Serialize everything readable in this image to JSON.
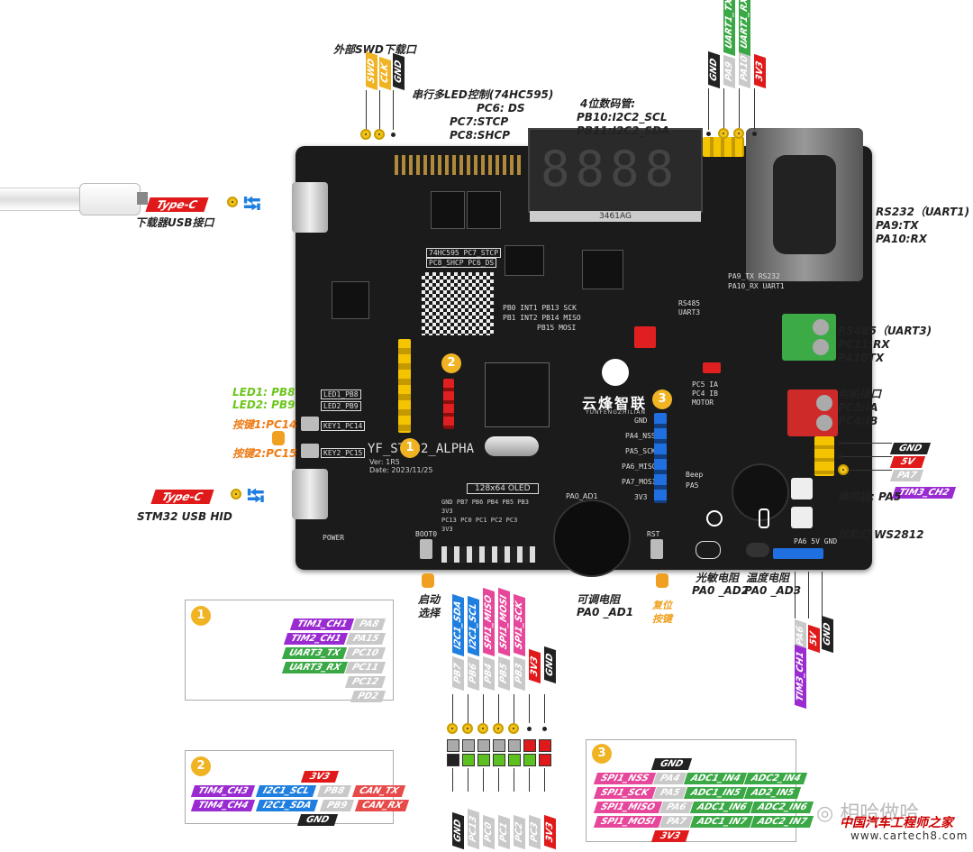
{
  "swd": {
    "title": "外部SWD下载口",
    "pins": [
      {
        "label": "SWD",
        "color": "#f0b323"
      },
      {
        "label": "CLK",
        "color": "#f0b323"
      },
      {
        "label": "GND",
        "color": "#222222"
      }
    ]
  },
  "led595": {
    "lines": [
      "串行多LED控制(74HC595)",
      "PC6: DS",
      "PC7:STCP",
      "PC8:SHCP"
    ]
  },
  "seg": {
    "lines": [
      "4位数码管:",
      "PB10:I2C2_SCL",
      "PB11:I2C2_SDA"
    ]
  },
  "uart_top": {
    "pins": [
      "GND",
      "PA9",
      "PA10",
      "3V3"
    ],
    "tags": [
      "UART1_TX",
      "UART1_RX"
    ]
  },
  "typec1": {
    "tag": "Type-C",
    "label": "下载器USB接口"
  },
  "typec2": {
    "tag": "Type-C",
    "label": "STM32 USB HID"
  },
  "rs232": {
    "lines": [
      "RS232（UART1)",
      "PA9:TX",
      "PA10:RX"
    ]
  },
  "rs485": {
    "lines": [
      "RS485（UART3)",
      "PC11:RX",
      "PA10TX"
    ]
  },
  "motor": {
    "lines": [
      "电机接口",
      "PC5:IA",
      "PC4:IB"
    ]
  },
  "leds": {
    "led1": "LED1:   PB8",
    "led2": "LED2:   PB9"
  },
  "keys": {
    "key1": "按键1:PC14",
    "key2": "按键2:PC15"
  },
  "right_pins": {
    "gnd": "GND",
    "v5": "5V",
    "pa7": "PA7",
    "tim": "TIM3_CH2"
  },
  "buzzer": "蜂鸣器: PA5",
  "ws2812": "炫彩灯 WS2812",
  "boot": "启动\n选择",
  "pot": {
    "l1": "可调电阻",
    "l2": "PA0 _AD1"
  },
  "reset": "复位\n按键",
  "light": {
    "l1": "光敏电阻",
    "l2": "PA0 _AD2"
  },
  "temp": {
    "l1": "温度电阻",
    "l2": "PA0 _AD3"
  },
  "bottom_right_pins": [
    "PA6",
    "5V",
    "GND"
  ],
  "bottom_right_tim": "TIM3_CH1",
  "oled_top": [
    {
      "tag": "I2C1_SDA",
      "pin": "PB7"
    },
    {
      "tag": "I2C1_SCL",
      "pin": "PB6"
    },
    {
      "tag": "SPI1_MISO",
      "pin": "PB4"
    },
    {
      "tag": "SPI1_MOSI",
      "pin": "PB5"
    },
    {
      "tag": "SPI1_SCK",
      "pin": "PB3"
    },
    {
      "tag": "",
      "pin": "3V3"
    },
    {
      "tag": "",
      "pin": "GND"
    }
  ],
  "oled_bottom": [
    "GND",
    "PC13",
    "PC0",
    "PC1",
    "PC2",
    "PC3",
    "3V3"
  ],
  "box1": {
    "num": "1",
    "rows": [
      {
        "tag": "TIM1_CH1",
        "pin": "PA8"
      },
      {
        "tag": "TIM2_CH1",
        "pin": "PA15"
      },
      {
        "tag": "UART3_TX",
        "pin": "PC10"
      },
      {
        "tag": "UART3_RX",
        "pin": "PC11"
      },
      {
        "tag": "",
        "pin": "PC12"
      },
      {
        "tag": "",
        "pin": "PD2"
      }
    ]
  },
  "box2": {
    "num": "2",
    "top": "3V3",
    "row1": [
      "TIM4_CH3",
      "I2C1_SCL",
      "PB8",
      "CAN_TX"
    ],
    "row2": [
      "TIM4_CH4",
      "I2C1_SDA",
      "PB9",
      "CAN_RX"
    ],
    "bottom": "GND"
  },
  "box3": {
    "num": "3",
    "top": "GND",
    "rows": [
      [
        "SPI1_NSS",
        "PA4",
        "ADC1_IN4",
        "ADC2_IN4"
      ],
      [
        "SPI1_SCK",
        "PA5",
        "ADC1_IN5",
        "AD2_IN5"
      ],
      [
        "SPI1_MISO",
        "PA6",
        "ADC1_IN6",
        "ADC2_IN6"
      ],
      [
        "SPI1_MOSI",
        "PA7",
        "ADC1_IN7",
        "ADC2_IN7"
      ]
    ],
    "bottom": "3V3"
  },
  "board": {
    "name": "YF_STM32_ALPHA",
    "ver": "Ver: 1R5",
    "date": "Date: 2023/11/25",
    "brand": "云烽智联",
    "brand_en": "YUNFENGZHILIAN",
    "oled": "128x64 OLED",
    "seg_chip": "3461AG",
    "c1": "1",
    "c2": "2",
    "c3": "3"
  },
  "watermark": {
    "logo": "相哈做哈",
    "cn": "中国汽车工程师之家",
    "url": "www.cartech8.com"
  }
}
